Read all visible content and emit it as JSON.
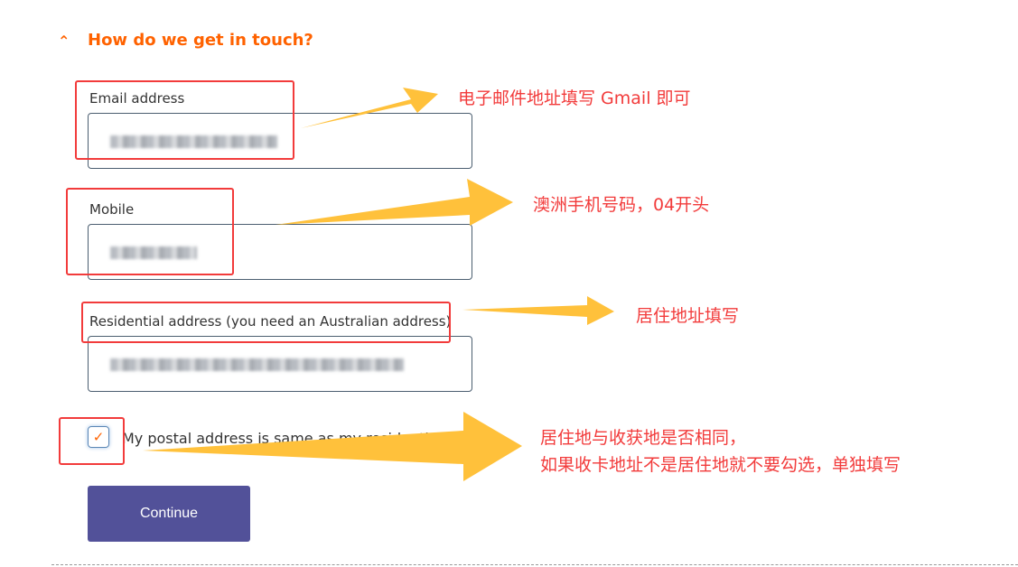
{
  "section": {
    "title": "How do we get in touch?",
    "collapse_icon": "chevron-up-icon"
  },
  "fields": {
    "email": {
      "label": "Email address"
    },
    "mobile": {
      "label": "Mobile"
    },
    "address": {
      "label": "Residential address (you need an Australian address)"
    }
  },
  "checkbox": {
    "label": "My postal address is same as my residential address",
    "checked": true
  },
  "continue_label": "Continue",
  "annotations": {
    "email": "电子邮件地址填写 Gmail 即可",
    "mobile": "澳洲手机号码，04开头",
    "address": "居住地址填写",
    "postal_line1": "居住地与收获地是否相同，",
    "postal_line2": "如果收卡地址不是居住地就不要勾选，单独填写",
    "color": "#f23b3b",
    "arrow_color": "#ffc13b"
  }
}
